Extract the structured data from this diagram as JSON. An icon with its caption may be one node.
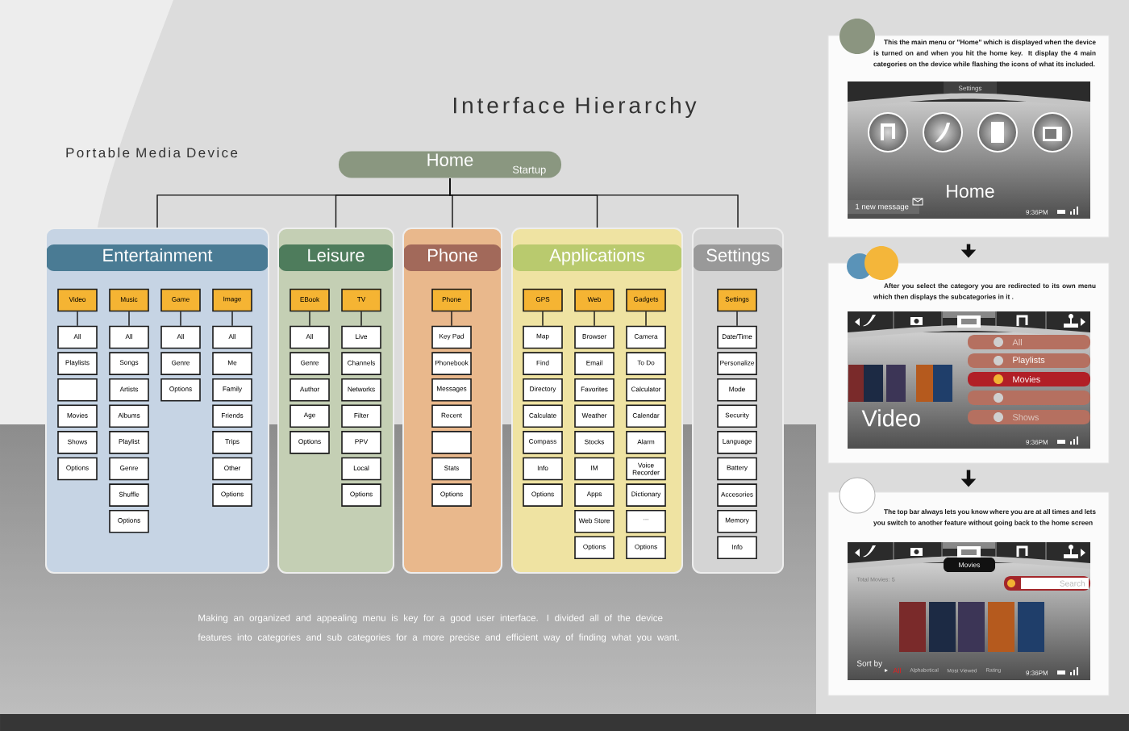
{
  "diagram": {
    "title": "Interface Hierarchy",
    "caption": "Making an organized and appealing menu is key for a good user interface. I divided all of the device features into categories and sub categories for a more precise and efficient way of finding what you want.",
    "nodes": [
      {
        "text": [
          "Home",
          "Startup"
        ]
      },
      {
        "text": [
          "Entertainment"
        ]
      },
      {
        "text": [
          "Video"
        ],
        "in": 1
      },
      {
        "text": [
          "All"
        ],
        "in": 1
      },
      {
        "text": [
          "Playlists"
        ],
        "in": 1
      },
      {
        "text": [],
        "shape": "box",
        "in": 1
      },
      {
        "text": [
          "Movies"
        ],
        "in": 1
      },
      {
        "text": [
          "Shows"
        ],
        "in": 1
      },
      {
        "text": [
          "Options"
        ],
        "in": 1
      },
      {
        "text": [
          "Music"
        ],
        "in": 1
      },
      {
        "text": [
          "All"
        ],
        "in": 1
      },
      {
        "text": [
          "Songs"
        ],
        "in": 1
      },
      {
        "text": [
          "Artists"
        ],
        "in": 1
      },
      {
        "text": [
          "Albums"
        ],
        "in": 1
      },
      {
        "text": [
          "Playlist"
        ],
        "in": 1
      },
      {
        "text": [
          "Genre"
        ],
        "in": 1
      },
      {
        "text": [
          "Shuffle"
        ],
        "in": 1
      },
      {
        "text": [
          "Options"
        ],
        "in": 1
      },
      {
        "text": [
          "Game"
        ],
        "in": 1
      },
      {
        "text": [
          "All"
        ],
        "in": 1
      },
      {
        "text": [
          "Genre"
        ],
        "in": 1
      },
      {
        "text": [
          "Options"
        ],
        "in": 1
      },
      {
        "text": [
          "Image"
        ],
        "in": 1
      },
      {
        "text": [
          "All"
        ],
        "in": 1
      },
      {
        "text": [
          "Me"
        ],
        "in": 1
      },
      {
        "text": [
          "Family"
        ],
        "in": 1
      },
      {
        "text": [
          "Friends"
        ],
        "in": 1
      },
      {
        "text": [
          "Trips"
        ],
        "in": 1
      },
      {
        "text": [
          "Other"
        ],
        "in": 1
      },
      {
        "text": [
          "Options"
        ],
        "in": 1
      },
      {
        "text": [
          "Leisure"
        ]
      },
      {
        "text": [
          "EBook"
        ],
        "in": 30
      },
      {
        "text": [
          "All"
        ],
        "in": 30
      },
      {
        "text": [
          "Genre"
        ],
        "in": 30
      },
      {
        "text": [
          "Author"
        ],
        "in": 30
      },
      {
        "text": [
          "Age"
        ],
        "in": 30
      },
      {
        "text": [
          "Options"
        ],
        "in": 30
      },
      {
        "text": [
          "TV"
        ],
        "in": 30
      },
      {
        "text": [
          "Live"
        ],
        "in": 30
      },
      {
        "text": [
          "Channels"
        ],
        "in": 30
      },
      {
        "text": [
          "Networks"
        ],
        "in": 30
      },
      {
        "text": [
          "Filter"
        ],
        "in": 30
      },
      {
        "text": [
          "PPV"
        ],
        "in": 30
      },
      {
        "text": [
          "Local"
        ],
        "in": 30
      },
      {
        "text": [
          "Options"
        ],
        "in": 30
      },
      {
        "text": [
          "Phone"
        ]
      },
      {
        "text": [
          "Phone"
        ],
        "in": 45
      },
      {
        "text": [
          "Key Pad"
        ],
        "in": 45
      },
      {
        "text": [
          "Phonebook"
        ],
        "in": 45
      },
      {
        "text": [
          "Messages"
        ],
        "in": 45
      },
      {
        "text": [
          "Recent"
        ],
        "in": 45
      },
      {
        "text": [],
        "shape": "box",
        "in": 45
      },
      {
        "text": [
          "Stats"
        ],
        "in": 45
      },
      {
        "text": [
          "Options"
        ],
        "in": 45
      },
      {
        "text": [
          "Applications"
        ]
      },
      {
        "text": [
          "GPS"
        ],
        "in": 54
      },
      {
        "text": [
          "Map"
        ],
        "in": 54
      },
      {
        "text": [
          "Find"
        ],
        "in": 54
      },
      {
        "text": [
          "Directory"
        ],
        "in": 54
      },
      {
        "text": [
          "Calculate"
        ],
        "in": 54
      },
      {
        "text": [
          "Compass"
        ],
        "in": 54
      },
      {
        "text": [
          "Info"
        ],
        "in": 54
      },
      {
        "text": [
          "Options"
        ],
        "in": 54
      },
      {
        "text": [
          "Web"
        ],
        "in": 54
      },
      {
        "text": [
          "Browser"
        ],
        "in": 54
      },
      {
        "text": [
          "Email"
        ],
        "in": 54
      },
      {
        "text": [
          "Favorites"
        ],
        "in": 54
      },
      {
        "text": [
          "Weather"
        ],
        "in": 54
      },
      {
        "text": [
          "Stocks"
        ],
        "in": 54
      },
      {
        "text": [
          "IM"
        ],
        "in": 54
      },
      {
        "text": [
          "Apps"
        ],
        "in": 54
      },
      {
        "text": [
          "Web Store"
        ],
        "in": 54
      },
      {
        "text": [
          "Options"
        ],
        "in": 54
      },
      {
        "text": [
          "Gadgets"
        ],
        "in": 54
      },
      {
        "text": [
          "Camera"
        ],
        "in": 54
      },
      {
        "text": [
          "To Do"
        ],
        "in": 54
      },
      {
        "text": [
          "Calculator"
        ],
        "in": 54
      },
      {
        "text": [
          "Calendar"
        ],
        "in": 54
      },
      {
        "text": [
          "Alarm"
        ],
        "in": 54
      },
      {
        "text": [
          "Voice Recorder"
        ],
        "in": 54
      },
      {
        "text": [
          "Dictionary"
        ],
        "in": 54
      },
      {
        "text": [
          "..."
        ],
        "in": 54
      },
      {
        "text": [
          "Options"
        ],
        "in": 54
      },
      {
        "text": [
          "Settings"
        ]
      },
      {
        "text": [
          "Settings"
        ],
        "in": 83
      },
      {
        "text": [
          "Date/Time"
        ],
        "in": 83
      },
      {
        "text": [
          "Personalize"
        ],
        "in": 83
      },
      {
        "text": [
          "Mode"
        ],
        "in": 83
      },
      {
        "text": [
          "Security"
        ],
        "in": 83
      },
      {
        "text": [
          "Language"
        ],
        "in": 83
      },
      {
        "text": [
          "Battery"
        ],
        "in": 83
      },
      {
        "text": [
          "Accesories"
        ],
        "in": 83
      },
      {
        "text": [
          "Memory"
        ],
        "in": 83
      },
      {
        "text": [
          "Info"
        ],
        "in": 83
      },
      {
        "text": [
          "This the main menu or \"Home\" which is displayed when the device is turned on and when you hit the home key. It display the 4 main categories on the device while flashing the icons of what its included."
        ]
      },
      {
        "text": [
          "After you select the category you are redirected to its own menu which then displays the subcategories in it ."
        ]
      },
      {
        "text": [
          "The top bar always lets you know where you are at all times and lets you switch to another feature without going back to the home screen"
        ]
      }
    ],
    "edges": [
      {
        "from": 0,
        "to": 1,
        "arrow": "none"
      },
      {
        "from": 0,
        "to": 30,
        "arrow": "none"
      },
      {
        "from": 0,
        "to": 45,
        "arrow": "none"
      },
      {
        "from": 0,
        "to": 54,
        "arrow": "none"
      },
      {
        "from": 0,
        "to": 83,
        "arrow": "none"
      },
      {
        "from": 2,
        "to": 3,
        "arrow": "none"
      },
      {
        "from": 9,
        "to": 10,
        "arrow": "none"
      },
      {
        "from": 18,
        "to": 19,
        "arrow": "none"
      },
      {
        "from": 22,
        "to": 23,
        "arrow": "none"
      },
      {
        "from": 31,
        "to": 32,
        "arrow": "none"
      },
      {
        "from": 37,
        "to": 38,
        "arrow": "none"
      },
      {
        "from": 46,
        "to": 47,
        "arrow": "none"
      },
      {
        "from": 55,
        "to": 56,
        "arrow": "none"
      },
      {
        "from": 63,
        "to": 64,
        "arrow": "none"
      },
      {
        "from": 73,
        "to": 74,
        "arrow": "none"
      },
      {
        "from": 84,
        "to": 85,
        "arrow": "none"
      },
      {
        "from": 94,
        "to": 95,
        "arrow": "to",
        "style": "thick"
      },
      {
        "from": 95,
        "to": 96,
        "arrow": "to",
        "style": "thick"
      }
    ],
    "labels": [
      "Portable Media Device",
      "Settings",
      "Home",
      "1 new message",
      "9:36PM",
      "All",
      "Playlists",
      "Movies",
      "Shows",
      "Video",
      "9:36PM",
      "Movies",
      "Total Movies: 5",
      "Search",
      "Sort by",
      "All",
      "Alphabetical",
      "Most Viewed",
      "Rating",
      "9:36PM"
    ]
  }
}
